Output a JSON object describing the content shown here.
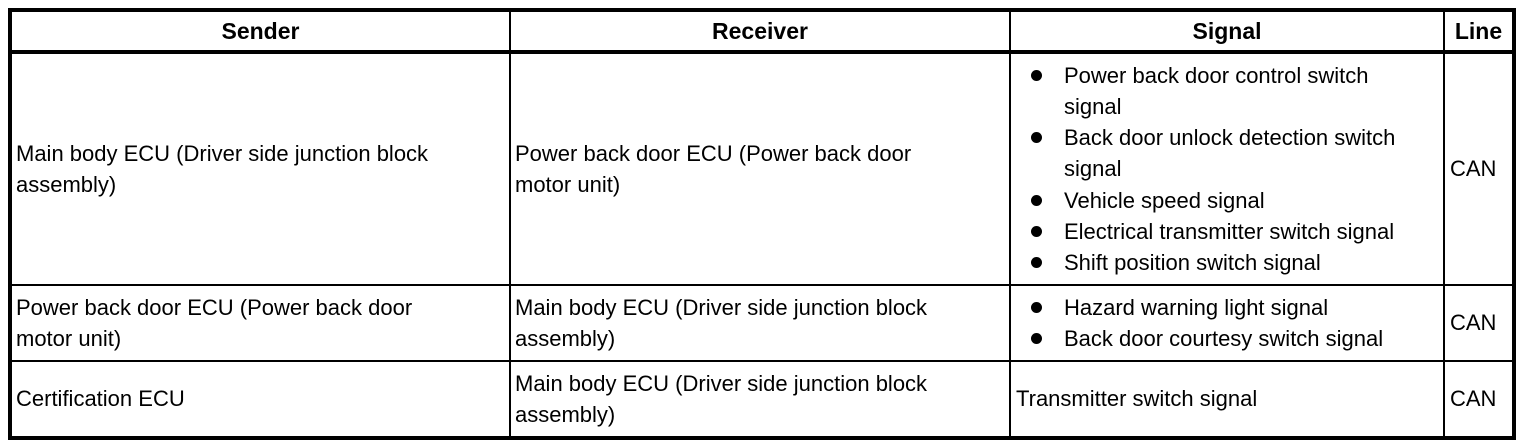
{
  "table": {
    "headers": {
      "sender": "Sender",
      "receiver": "Receiver",
      "signal": "Signal",
      "line": "Line"
    },
    "rows": [
      {
        "sender": "Main body ECU (Driver side junction block assembly)",
        "receiver": "Power back door ECU (Power back door motor unit)",
        "signals": [
          "Power back door control switch signal",
          "Back door unlock detection switch signal",
          "Vehicle speed signal",
          "Electrical transmitter switch signal",
          "Shift position switch signal"
        ],
        "line": "CAN"
      },
      {
        "sender": "Power back door ECU (Power back door motor unit)",
        "receiver": "Main body ECU (Driver side junction block assembly)",
        "signals": [
          "Hazard warning light signal",
          "Back door courtesy switch signal"
        ],
        "line": "CAN"
      },
      {
        "sender": "Certification ECU",
        "receiver": "Main body ECU (Driver side junction block assembly)",
        "signals": [
          "Transmitter switch signal"
        ],
        "line": "CAN"
      }
    ]
  },
  "colors": {
    "border": "#000000",
    "background": "#ffffff",
    "text": "#000000"
  }
}
